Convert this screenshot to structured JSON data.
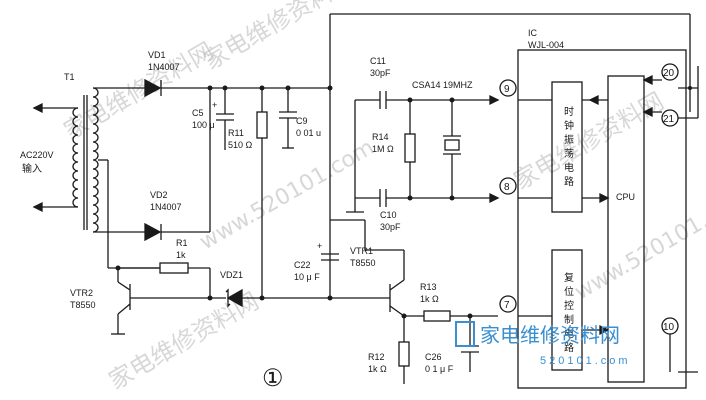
{
  "labels": {
    "t1": "T1",
    "ac_in": "AC220V",
    "ac_in2": "输入",
    "vd1": "VD1",
    "vd1_part": "1N4007",
    "vd2": "VD2",
    "vd2_part": "1N4007",
    "c5": "C5",
    "c5_val": "100 μ",
    "r11": "R11",
    "r11_val": "510 Ω",
    "c9": "C9",
    "c9_val": "0 01 u",
    "r1": "R1",
    "r1_val": "1k",
    "vtr2": "VTR2",
    "vtr2_part": "T8550",
    "vdz1": "VDZ1",
    "c22": "C22",
    "c22_val": "10 μ F",
    "vtr1": "VTR1",
    "vtr1_part": "T8550",
    "r13": "R13",
    "r13_val": "1k Ω",
    "r12": "R12",
    "r12_val": "1k Ω",
    "c26": "C26",
    "c26_val": "0 1 μ F",
    "c11": "C11",
    "c11_val": "30pF",
    "csa": "CSA14 19MHZ",
    "r14": "R14",
    "r14_val": "1M Ω",
    "c10": "C10",
    "c10_val": "30pF",
    "ic": "IC",
    "ic_part": "WJL-004",
    "clk_block": "时钟振荡电路",
    "rst_block": "复位控制电路",
    "cpu": "CPU",
    "pin9": "9",
    "pin8": "8",
    "pin7": "7",
    "pin10": "10",
    "pin20": "20",
    "pin21": "21",
    "figure_no": "①"
  },
  "watermarks": {
    "w1": "家电维修资料网",
    "w2": "www.520101.com",
    "w3": "家电维修资料网",
    "w4": "家电维修资料网",
    "w5": "www.520101.com",
    "w6": "家电维修资料网"
  },
  "logo": {
    "text": "家电维修资料网",
    "url": "520101.com"
  }
}
